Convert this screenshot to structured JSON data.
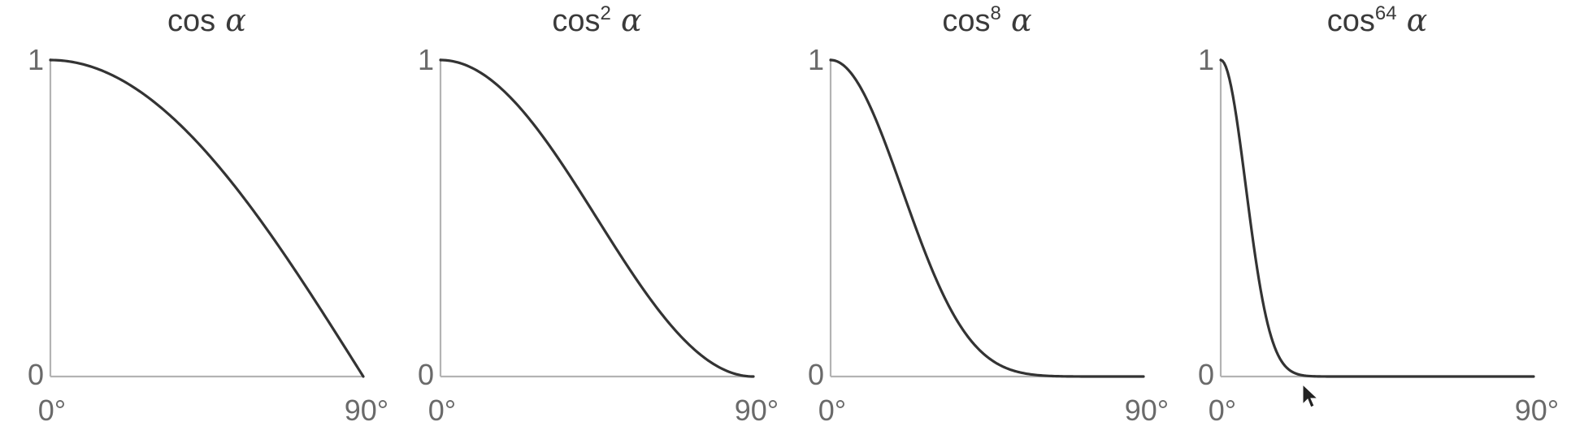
{
  "chart_data": [
    {
      "type": "line",
      "title": {
        "base": "cos",
        "exponent": "",
        "symbol": "α"
      },
      "exponent_value": 1,
      "x_ticks": [
        "0°",
        "90°"
      ],
      "y_ticks": [
        "1",
        "0"
      ],
      "xlim": [
        0,
        90
      ],
      "ylim": [
        0,
        1
      ],
      "x": [
        0,
        10,
        20,
        30,
        40,
        50,
        60,
        70,
        80,
        90
      ],
      "values": [
        1.0,
        0.985,
        0.94,
        0.866,
        0.766,
        0.643,
        0.5,
        0.342,
        0.174,
        0.0
      ],
      "grid": false
    },
    {
      "type": "line",
      "title": {
        "base": "cos",
        "exponent": "2",
        "symbol": "α"
      },
      "exponent_value": 2,
      "x_ticks": [
        "0°",
        "90°"
      ],
      "y_ticks": [
        "1",
        "0"
      ],
      "xlim": [
        0,
        90
      ],
      "ylim": [
        0,
        1
      ],
      "x": [
        0,
        10,
        20,
        30,
        40,
        50,
        60,
        70,
        80,
        90
      ],
      "values": [
        1.0,
        0.97,
        0.883,
        0.75,
        0.587,
        0.413,
        0.25,
        0.117,
        0.03,
        0.0
      ],
      "grid": false
    },
    {
      "type": "line",
      "title": {
        "base": "cos",
        "exponent": "8",
        "symbol": "α"
      },
      "exponent_value": 8,
      "x_ticks": [
        "0°",
        "90°"
      ],
      "y_ticks": [
        "1",
        "0"
      ],
      "xlim": [
        0,
        90
      ],
      "ylim": [
        0,
        1
      ],
      "x": [
        0,
        10,
        20,
        30,
        40,
        50,
        60,
        70,
        80,
        90
      ],
      "values": [
        1.0,
        0.885,
        0.608,
        0.316,
        0.119,
        0.029,
        0.004,
        0.0,
        0.0,
        0.0
      ],
      "grid": false
    },
    {
      "type": "line",
      "title": {
        "base": "cos",
        "exponent": "64",
        "symbol": "α"
      },
      "exponent_value": 64,
      "x_ticks": [
        "0°",
        "90°"
      ],
      "y_ticks": [
        "1",
        "0"
      ],
      "xlim": [
        0,
        90
      ],
      "ylim": [
        0,
        1
      ],
      "x": [
        0,
        5,
        10,
        15,
        20,
        25,
        30,
        40,
        50,
        60,
        70,
        80,
        90
      ],
      "values": [
        1.0,
        0.785,
        0.377,
        0.106,
        0.019,
        0.002,
        0.0,
        0.0,
        0.0,
        0.0,
        0.0,
        0.0,
        0.0
      ],
      "grid": false
    }
  ],
  "cursor": {
    "icon": "mouse-pointer-icon"
  }
}
